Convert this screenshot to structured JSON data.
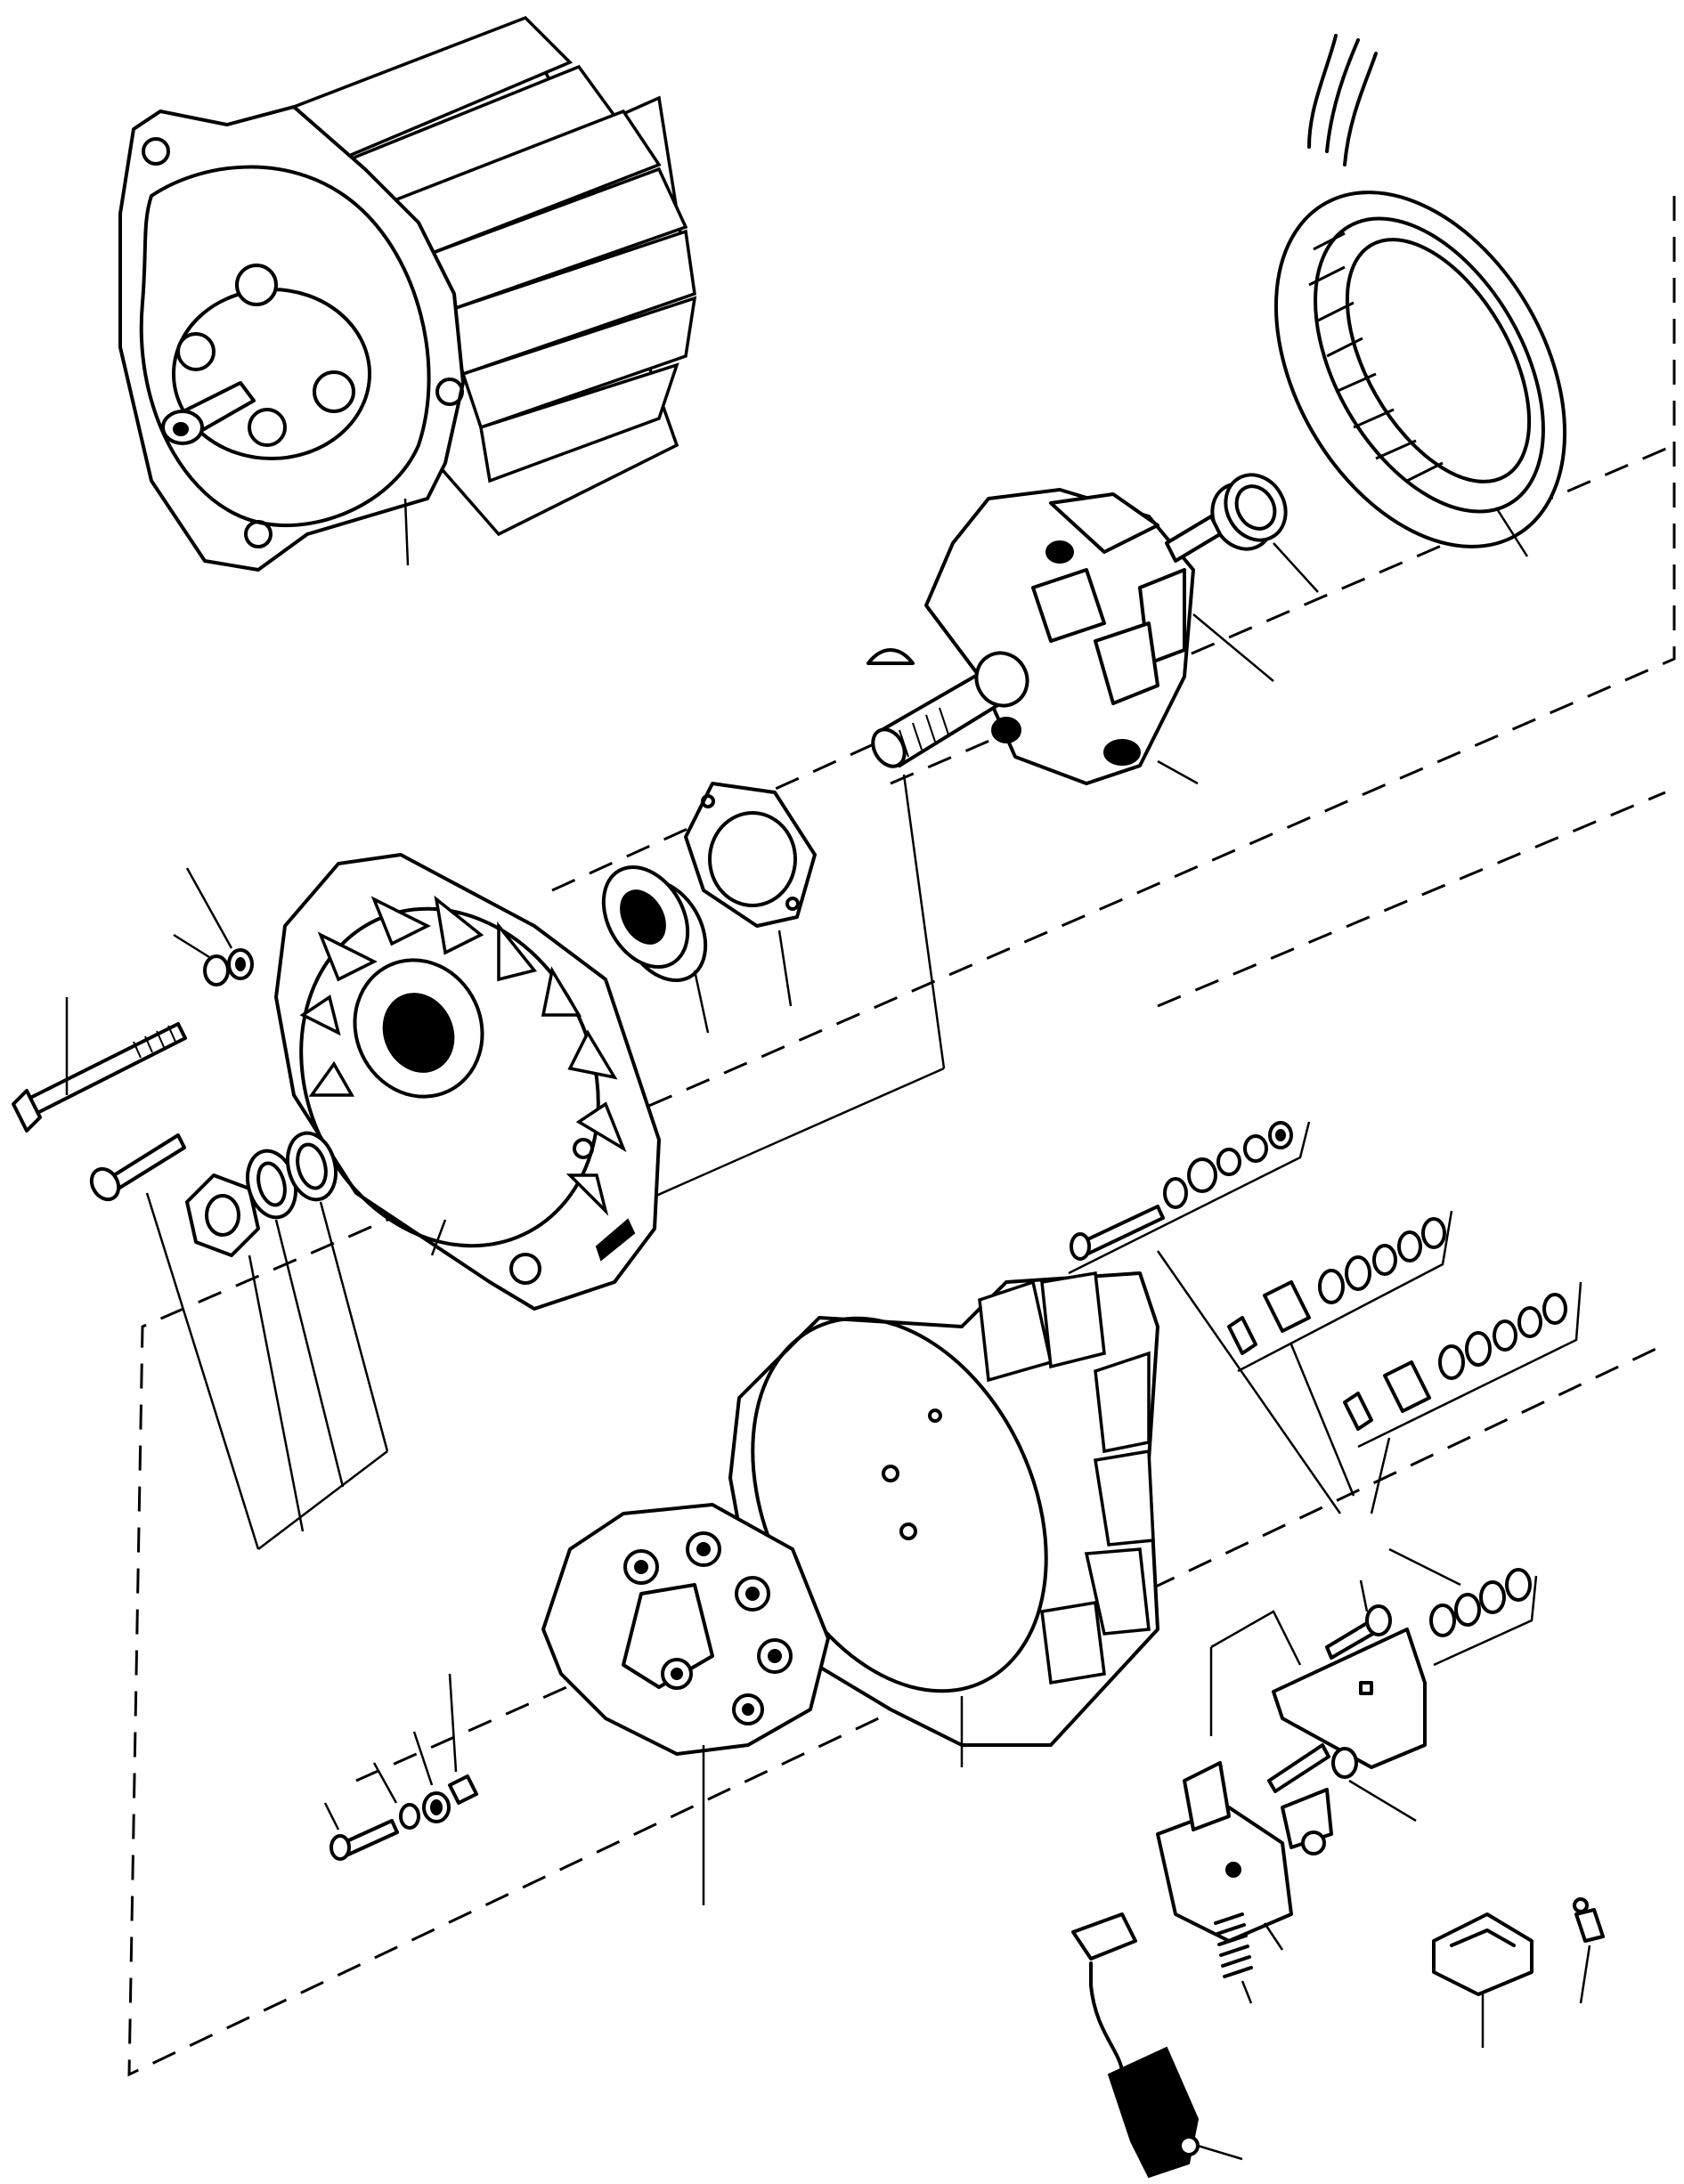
{
  "diagram": {
    "kind": "exploded-parts-view",
    "subject": "alternator",
    "ink_color": "#000000",
    "paper_color": "#ffffff",
    "parts": [
      {
        "id": "housing-front"
      },
      {
        "id": "stator"
      },
      {
        "id": "needle-bearing"
      },
      {
        "id": "rotor"
      },
      {
        "id": "woodruff-key"
      },
      {
        "id": "bearing-retainer-plate"
      },
      {
        "id": "ball-bearing"
      },
      {
        "id": "drive-end-frame"
      },
      {
        "id": "through-bolt"
      },
      {
        "id": "washer-small"
      },
      {
        "id": "screw"
      },
      {
        "id": "nut"
      },
      {
        "id": "spring-washer"
      },
      {
        "id": "flat-washer"
      },
      {
        "id": "rectifier-plate"
      },
      {
        "id": "slip-ring-end-frame"
      },
      {
        "id": "terminal-bolt-set"
      },
      {
        "id": "insulator-set-a"
      },
      {
        "id": "insulator-set-b"
      },
      {
        "id": "terminal-nut-set"
      },
      {
        "id": "small-screw-set"
      },
      {
        "id": "cover-plate"
      },
      {
        "id": "brush-holder"
      },
      {
        "id": "brush-spring"
      },
      {
        "id": "capacitor-lead"
      },
      {
        "id": "terminal-block"
      },
      {
        "id": "small-terminal"
      }
    ]
  }
}
